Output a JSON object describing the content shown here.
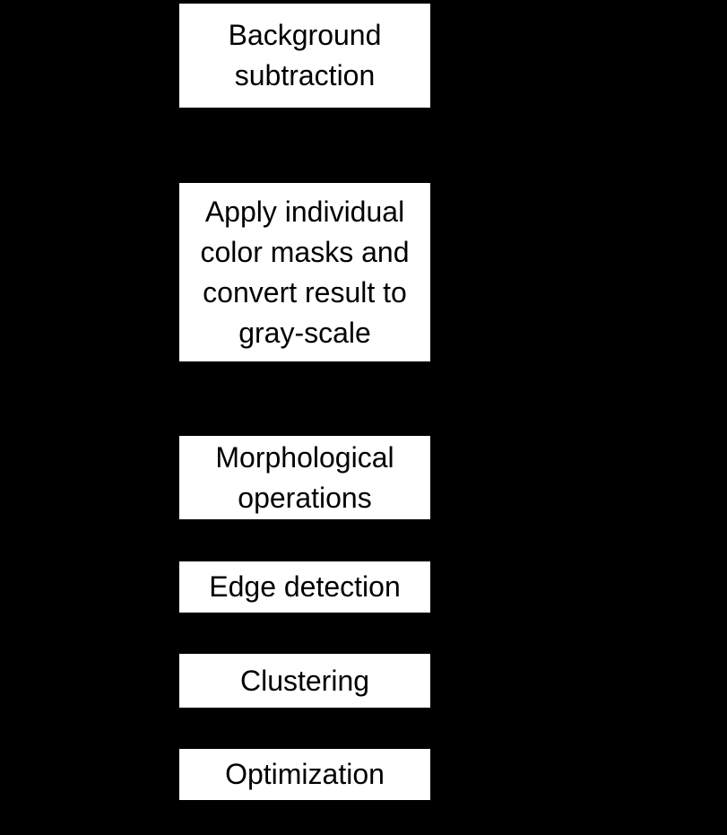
{
  "diagram": {
    "type": "flowchart",
    "colors": {
      "background": "#000000",
      "node_fill": "#ffffff",
      "node_text": "#000000"
    },
    "steps": [
      {
        "label": "Background subtraction"
      },
      {
        "label": "Apply individual color masks and convert result to gray-scale"
      },
      {
        "label": "Morphological operations"
      },
      {
        "label": "Edge detection"
      },
      {
        "label": "Clustering"
      },
      {
        "label": "Optimization"
      }
    ]
  }
}
